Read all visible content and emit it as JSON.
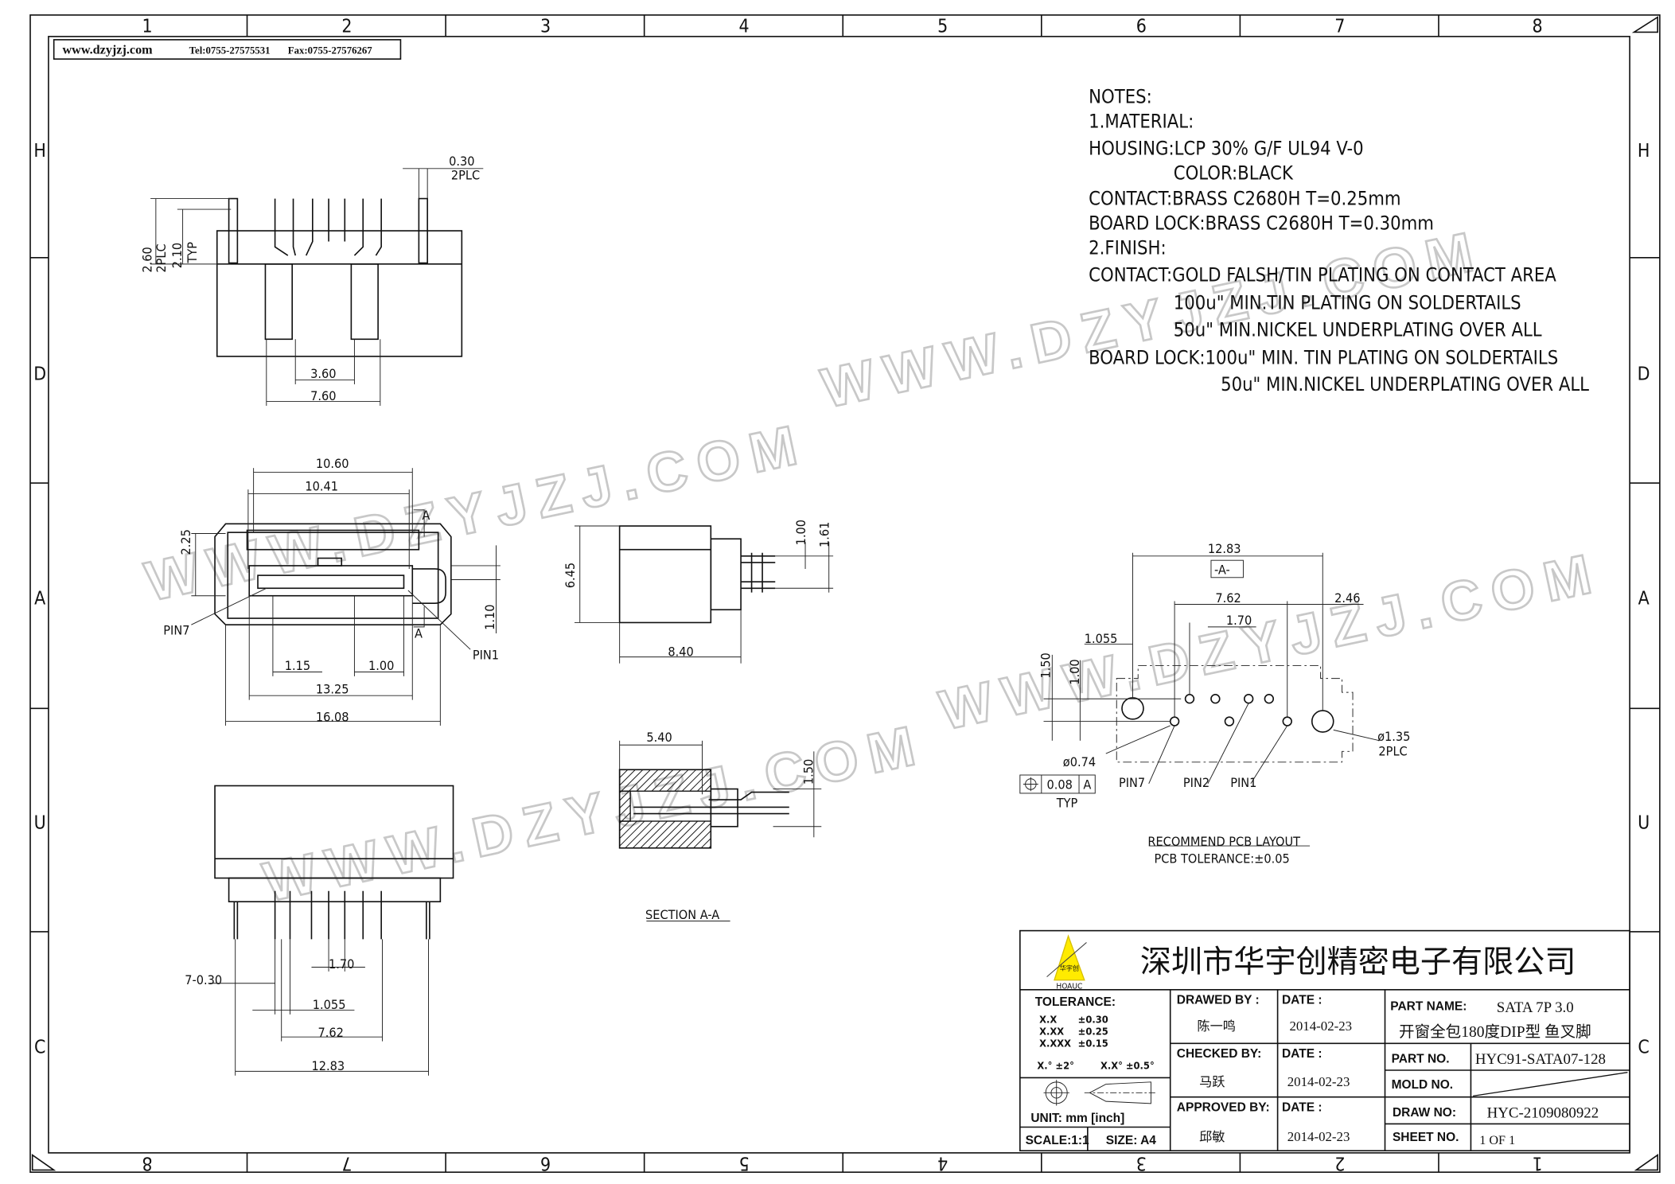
{
  "header": {
    "website": "www.dzyjzj.com",
    "tel": "Tel:0755-27575531",
    "fax": "Fax:0755-27576267"
  },
  "ruler": {
    "top_columns": [
      "1",
      "2",
      "3",
      "4",
      "5",
      "6",
      "7",
      "8"
    ],
    "bottom_columns": [
      "8",
      "7",
      "6",
      "5",
      "4",
      "3",
      "2",
      "1"
    ],
    "rows": [
      "H",
      "D",
      "A",
      "U",
      "C"
    ]
  },
  "watermark": "WWW.DZYJZJ.COM",
  "notes": [
    "NOTES:",
    "1.MATERIAL:",
    "HOUSING:LCP  30%  G/F  UL94  V-0",
    "COLOR:BLACK",
    "CONTACT:BRASS  C2680H  T=0.25mm",
    "BOARD  LOCK:BRASS  C2680H  T=0.30mm",
    "2.FINISH:",
    "CONTACT:GOLD  FALSH/TIN  PLATING  ON  CONTACT  AREA",
    "100u\"  MIN.TIN  PLATING  ON  SOLDERTAILS",
    "50u\"  MIN.NICKEL  UNDERPLATING  OVER  ALL",
    "BOARD  LOCK:100u\"  MIN.  TIN  PLATING  ON  SOLDERTAILS",
    "50u\"  MIN.NICKEL  UNDERPLATING  OVER  ALL"
  ],
  "top_view": {
    "d_030": "0.30",
    "d_2plc": "2PLC",
    "d_260": "2.60",
    "d_2plc_b": "2PLC",
    "d_210": "2.10",
    "d_typ": "TYP",
    "d_360": "3.60",
    "d_760": "7.60"
  },
  "front_view": {
    "d_1060": "10.60",
    "d_1041": "10.41",
    "d_225": "2.25",
    "a_top": "A",
    "a_bot": "A",
    "pin7": "PIN7",
    "pin1": "PIN1",
    "d_110": "1.10",
    "d_115": "1.15",
    "d_100": "1.00",
    "d_1325": "13.25",
    "d_1608": "16.08"
  },
  "side_view": {
    "d_645": "6.45",
    "d_100": "1.00",
    "d_161": "1.61",
    "d_840": "8.40"
  },
  "section_view": {
    "d_540": "5.40",
    "d_150": "1.50",
    "title": "SECTION  A-A"
  },
  "bottom_view": {
    "d_7030": "7-0.30",
    "d_170": "1.70",
    "d_1055": "1.055",
    "d_762": "7.62",
    "d_1283": "12.83"
  },
  "pcb_layout": {
    "d_1283": "12.83",
    "datum": "-A-",
    "d_762": "7.62",
    "d_246": "2.46",
    "d_170": "1.70",
    "d_1055": "1.055",
    "d_150": "1.50",
    "d_100": "1.00",
    "d_074": "ø0.74",
    "d_135": "ø1.35",
    "d_2plc": "2PLC",
    "pin7": "PIN7",
    "pin2": "PIN2",
    "pin1": "PIN1",
    "tol_value": "0.08",
    "tol_datum": "A",
    "tol_typ": "TYP",
    "title": "RECOMMEND  PCB  LAYOUT",
    "tolerance": "PCB  TOLERANCE:±0.05"
  },
  "title_block": {
    "company": "深圳市华宇创精密电子有限公司",
    "logo_text": "华宇创",
    "logo_brand": "HOAUC",
    "tolerance_label": "TOLERANCE:",
    "tolerances": [
      {
        "k": "X.X",
        "v": "±0.30"
      },
      {
        "k": "X.XX",
        "v": "±0.25"
      },
      {
        "k": "X.XXX",
        "v": "±0.15"
      }
    ],
    "angle_tol_1": "X.°  ±2°",
    "angle_tol_2": "X.X°  ±0.5°",
    "unit": "UNIT:  mm  [inch]",
    "scale": "SCALE:1:1",
    "size": "SIZE:  A4",
    "drawed_by_label": "DRAWED  BY :",
    "drawed_by": "陈一鸣",
    "checked_by_label": "CHECKED  BY:",
    "checked_by": "马跃",
    "approved_by_label": "APPROVED  BY:",
    "approved_by": "邱敏",
    "date_label": "DATE  :",
    "date_drawed": "2014-02-23",
    "date_checked": "2014-02-23",
    "date_approved": "2014-02-23",
    "part_name_label": "PART  NAME:",
    "part_name_1": "SATA  7P  3.0",
    "part_name_2": "开窗全包180度DIP型  鱼叉脚",
    "part_no_label": "PART  NO.",
    "part_no": "HYC91-SATA07-128",
    "mold_no_label": "MOLD  NO.",
    "draw_no_label": "DRAW  NO:",
    "draw_no": "HYC-2109080922",
    "sheet_no_label": "SHEET  NO.",
    "sheet_no": "1  OF  1"
  }
}
